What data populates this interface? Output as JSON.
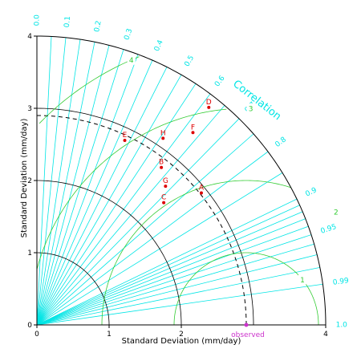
{
  "chart_data": {
    "type": "taylor",
    "xlabel": "Standard Deviation (mm/day)",
    "ylabel": "Standard Deviation (mm/day)",
    "correlation_label": "Correlation",
    "observed_label": "observed",
    "std_max": 4,
    "reference_std": 2.9,
    "std_ticks": [
      0,
      1,
      2,
      4
    ],
    "std_tick_labels": [
      "0",
      "1",
      "2",
      "4"
    ],
    "y_ticks": [
      0,
      1,
      2,
      3,
      4
    ],
    "y_tick_labels": [
      "0",
      "1",
      "2",
      "3",
      "4"
    ],
    "std_arcs": [
      1,
      2,
      3
    ],
    "rms_contours": [
      {
        "value": 1,
        "label": "1"
      },
      {
        "value": 2,
        "label": "2"
      },
      {
        "value": 3,
        "label": "3"
      },
      {
        "value": 4,
        "label": "4"
      }
    ],
    "correlation_ticks": [
      {
        "value": 0.0,
        "label": "0.0"
      },
      {
        "value": 0.1,
        "label": "0.1"
      },
      {
        "value": 0.2,
        "label": "0.2"
      },
      {
        "value": 0.3,
        "label": "0.3"
      },
      {
        "value": 0.4,
        "label": "0.4"
      },
      {
        "value": 0.5,
        "label": "0.5"
      },
      {
        "value": 0.6,
        "label": "0.6"
      },
      {
        "value": 0.7,
        "label": "0.7"
      },
      {
        "value": 0.8,
        "label": "0.8"
      },
      {
        "value": 0.9,
        "label": "0.9"
      },
      {
        "value": 0.95,
        "label": "0.95"
      },
      {
        "value": 0.99,
        "label": "0.99"
      },
      {
        "value": 1.0,
        "label": "1.0"
      }
    ],
    "points": [
      {
        "label": "A",
        "std": 2.92,
        "corr": 0.78
      },
      {
        "label": "B",
        "std": 2.78,
        "corr": 0.62
      },
      {
        "label": "C",
        "std": 2.44,
        "corr": 0.72
      },
      {
        "label": "D",
        "std": 3.84,
        "corr": 0.62
      },
      {
        "label": "E",
        "std": 2.83,
        "corr": 0.43
      },
      {
        "label": "F",
        "std": 3.43,
        "corr": 0.63
      },
      {
        "label": "G",
        "std": 2.62,
        "corr": 0.68
      },
      {
        "label": "H",
        "std": 3.12,
        "corr": 0.56
      }
    ],
    "colors": {
      "axes": "#000000",
      "correlation_lines": "#00e5e5",
      "rms_contours": "#33cc33",
      "points": "#dd0000",
      "observed": "#cc33cc"
    }
  }
}
